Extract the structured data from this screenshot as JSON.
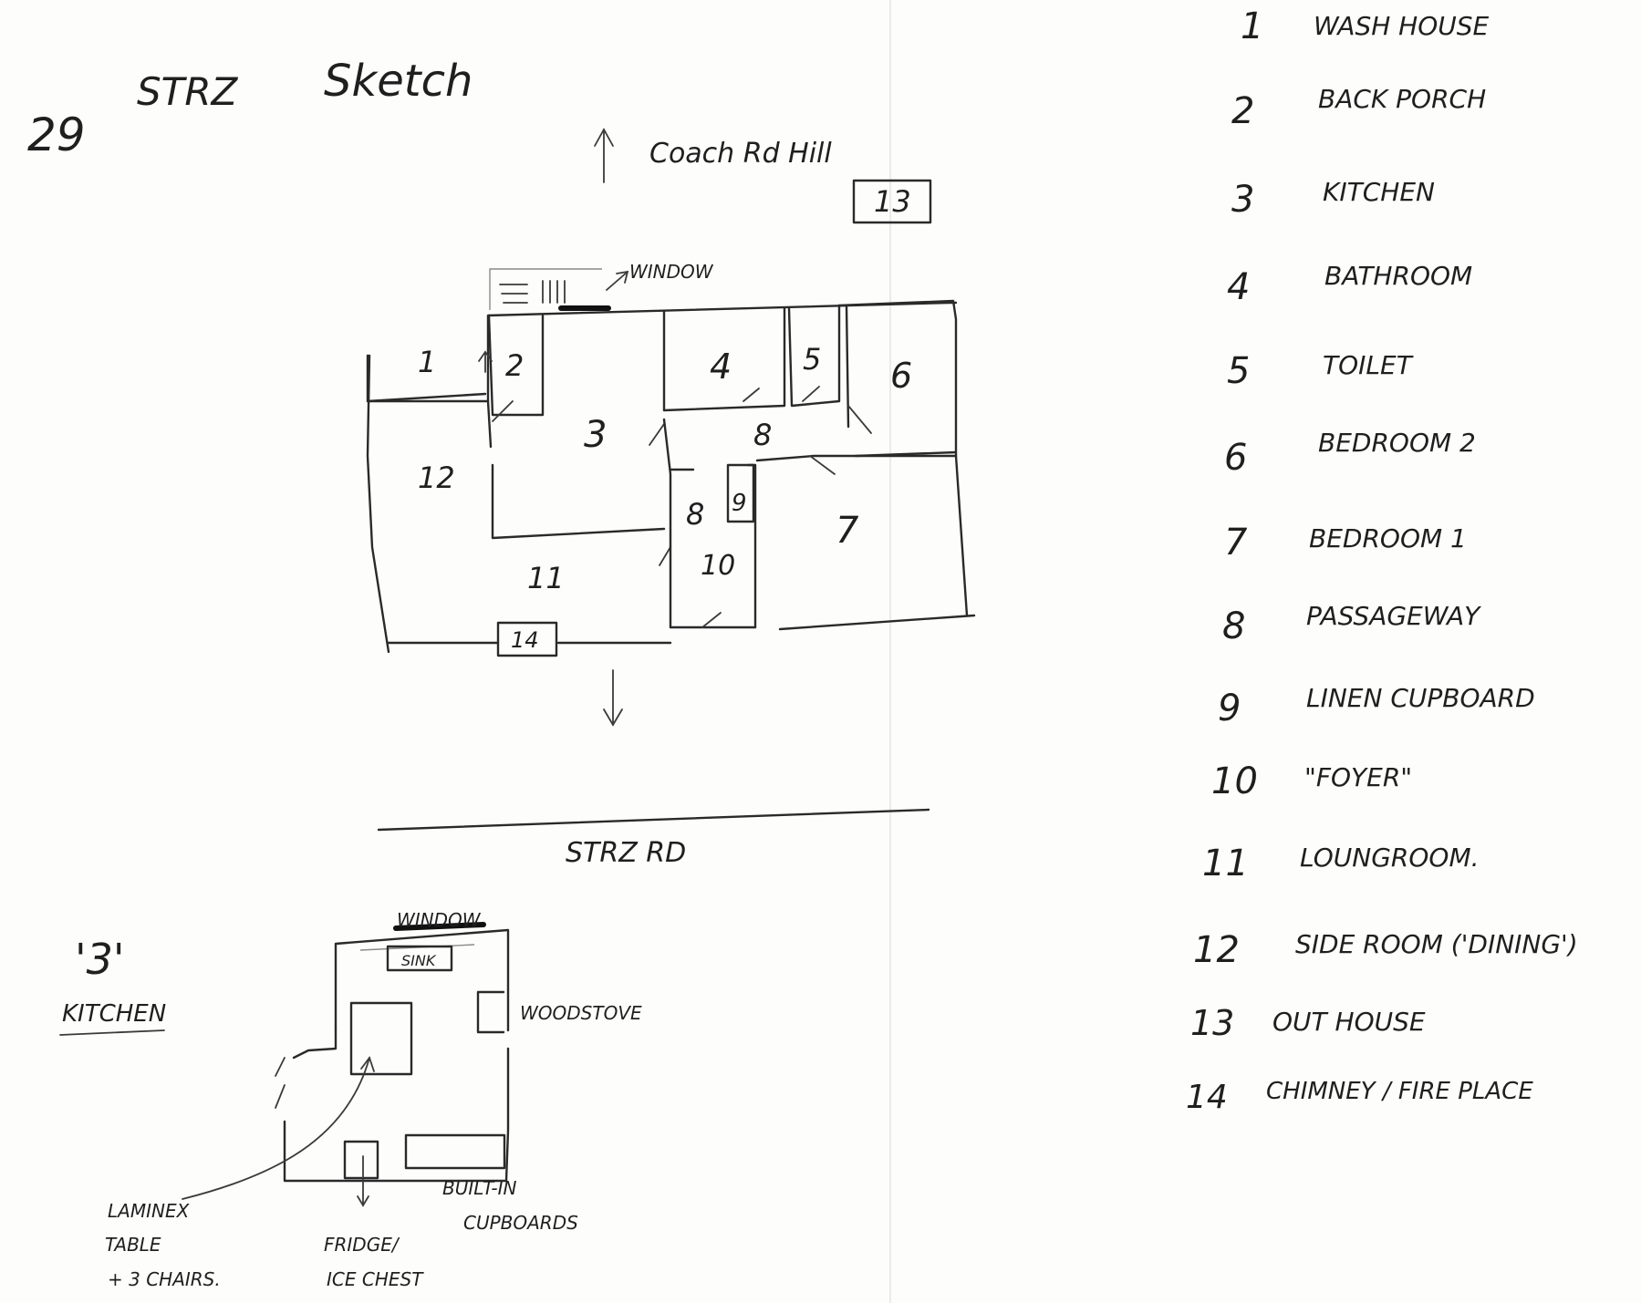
{
  "sketch": {
    "title_number": "29",
    "title_street": "STRZ",
    "title_word": "Sketch",
    "north_label": "Coach Rd Hill",
    "window_label": "WINDOW",
    "road_label": "STRZ RD",
    "plan_numbers": [
      "1",
      "2",
      "3",
      "4",
      "5",
      "6",
      "12",
      "7",
      "8",
      "8",
      "9",
      "10",
      "11",
      "13",
      "14"
    ]
  },
  "legend": {
    "items": [
      {
        "num": "1",
        "label": "WASH HOUSE"
      },
      {
        "num": "2",
        "label": "BACK PORCH"
      },
      {
        "num": "3",
        "label": "KITCHEN"
      },
      {
        "num": "4",
        "label": "BATHROOM"
      },
      {
        "num": "5",
        "label": "TOILET"
      },
      {
        "num": "6",
        "label": "BEDROOM 2"
      },
      {
        "num": "7",
        "label": "BEDROOM 1"
      },
      {
        "num": "8",
        "label": "PASSAGEWAY"
      },
      {
        "num": "9",
        "label": "LINEN CUPBOARD"
      },
      {
        "num": "10",
        "label": "\"FOYER\""
      },
      {
        "num": "11",
        "label": "LOUNGROOM."
      },
      {
        "num": "12",
        "label": "SIDE ROOM ('DINING')"
      },
      {
        "num": "13",
        "label": "OUT HOUSE"
      },
      {
        "num": "14",
        "label": "CHIMNEY / FIRE PLACE"
      }
    ]
  },
  "kitchen": {
    "heading_num": "'3'",
    "heading_word": "KITCHEN",
    "window_label": "WINDOW",
    "sink_label": "SINK",
    "woodstove_label": "WOODSTOVE",
    "table_label_1": "LAMINEX",
    "table_label_2": "TABLE",
    "table_label_3": "+ 3 CHAIRS.",
    "fridge_label_1": "FRIDGE/",
    "fridge_label_2": "ICE CHEST",
    "cupboard_label_1": "BUILT-IN",
    "cupboard_label_2": "CUPBOARDS"
  }
}
